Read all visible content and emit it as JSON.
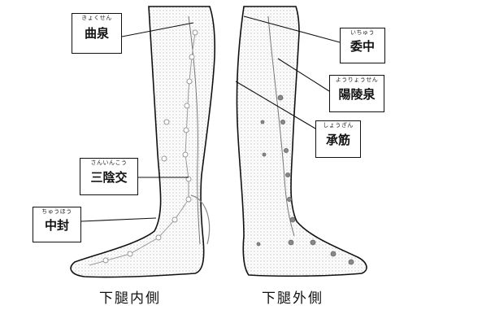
{
  "labels": {
    "kyokusen": {
      "furigana": "きょくせん",
      "name": "曲泉"
    },
    "ichu": {
      "furigana": "いちゅう",
      "name": "委中"
    },
    "yoryosen": {
      "furigana": "ようりょうせん",
      "name": "陽陵泉"
    },
    "shozan": {
      "furigana": "しょうざん",
      "name": "承筋"
    },
    "sanninko": {
      "furigana": "さんいんこう",
      "name": "三陰交"
    },
    "chuho": {
      "furigana": "ちゅうほう",
      "name": "中封"
    }
  },
  "captions": {
    "inner": "下腿内側",
    "outer": "下腿外側"
  },
  "colors": {
    "line": "#111111",
    "skin_shade": "#d8d8d8",
    "point": "#888888"
  }
}
